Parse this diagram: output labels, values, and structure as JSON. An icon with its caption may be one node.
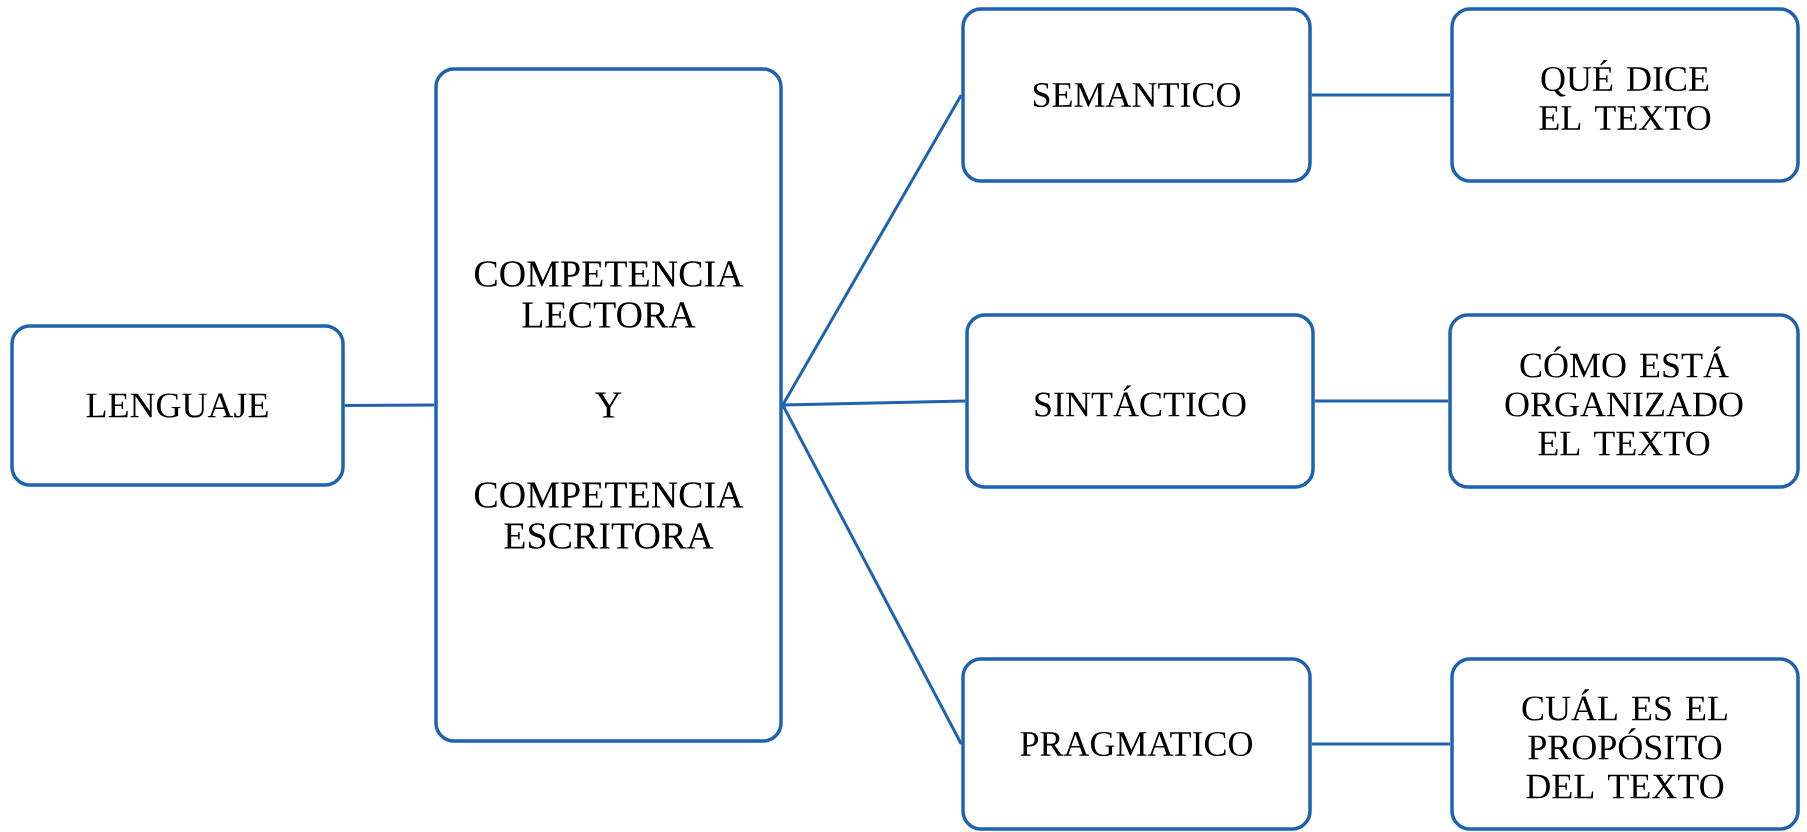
{
  "diagram": {
    "nodes": [
      {
        "text": [
          "LENGUAJE"
        ]
      },
      {
        "text": [
          "COMPETENCIA LECTORA",
          "Y",
          "COMPETENCIA ESCRITORA"
        ]
      },
      {
        "text": [
          "SEMANTICO"
        ]
      },
      {
        "text": [
          "QUÉ DICE EL TEXTO"
        ]
      },
      {
        "text": [
          "SINTÁCTICO"
        ]
      },
      {
        "text": [
          "CÓMO ESTÁ ORGANIZADO EL TEXTO"
        ]
      },
      {
        "text": [
          "PRAGMATICO"
        ]
      },
      {
        "text": [
          "CUÁL ES EL PROPÓSITO DEL TEXTO"
        ]
      }
    ],
    "edges": [
      {
        "from": 0,
        "to": 1,
        "arrow": "none"
      },
      {
        "from": 1,
        "to": 2,
        "arrow": "none"
      },
      {
        "from": 1,
        "to": 4,
        "arrow": "none"
      },
      {
        "from": 1,
        "to": 6,
        "arrow": "none"
      },
      {
        "from": 2,
        "to": 3,
        "arrow": "none"
      },
      {
        "from": 4,
        "to": 5,
        "arrow": "none"
      },
      {
        "from": 6,
        "to": 7,
        "arrow": "none"
      }
    ]
  }
}
